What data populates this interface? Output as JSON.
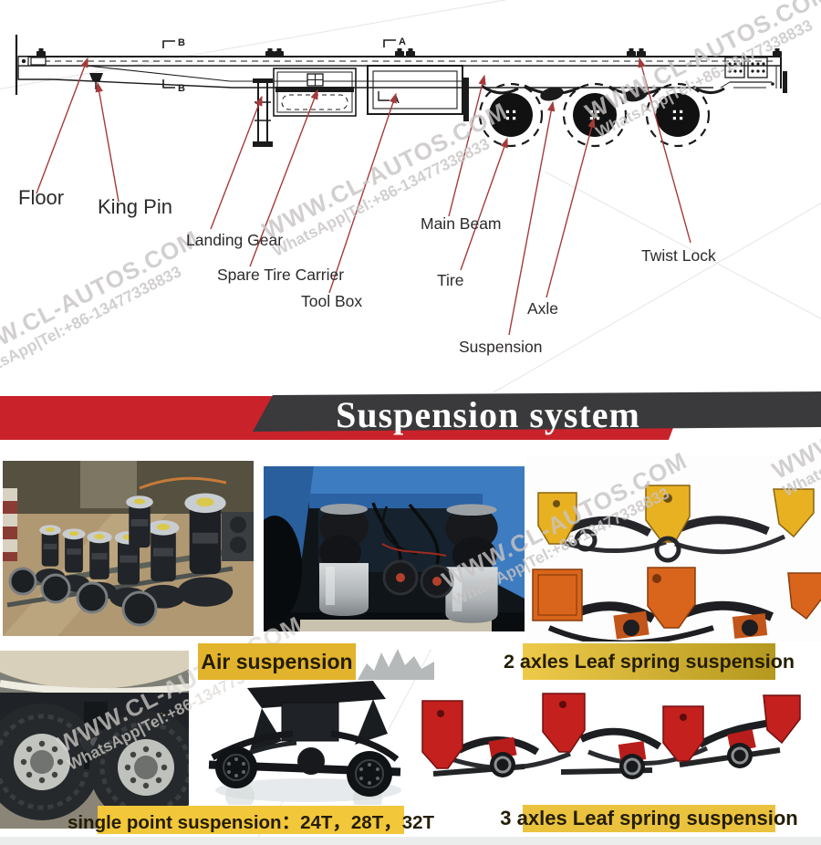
{
  "watermark": {
    "line1": "WWW.CL-AUTOS.COM",
    "line2": "WhatsApp|Tel:+86-13477338833"
  },
  "diagram": {
    "labels": {
      "floor": "Floor",
      "king_pin": "King Pin",
      "landing_gear": "Landing Gear",
      "spare_tire_carrier": "Spare Tire Carrier",
      "tool_box": "Tool Box",
      "main_beam": "Main Beam",
      "tire": "Tire",
      "suspension": "Suspension",
      "axle": "Axle",
      "twist_lock": "Twist Lock"
    },
    "section_markers": {
      "a": "A",
      "b": "B"
    }
  },
  "banner": {
    "title": "Suspension system"
  },
  "gallery": {
    "items": [
      {
        "id": "air",
        "label": "Air suspension"
      },
      {
        "id": "two_axle",
        "label": "2 axles Leaf spring suspension"
      },
      {
        "id": "single_point",
        "label": "single point suspension：24T，28T，32T"
      },
      {
        "id": "three_axle",
        "label": "3 axles Leaf spring suspension"
      }
    ]
  },
  "colors": {
    "accent_red": "#c9222b",
    "banner_dark": "#3a393b",
    "label_yellow": "#e2b32c",
    "leader_red": "#a43b3b",
    "watermark_gray": "#c8c4c4"
  }
}
